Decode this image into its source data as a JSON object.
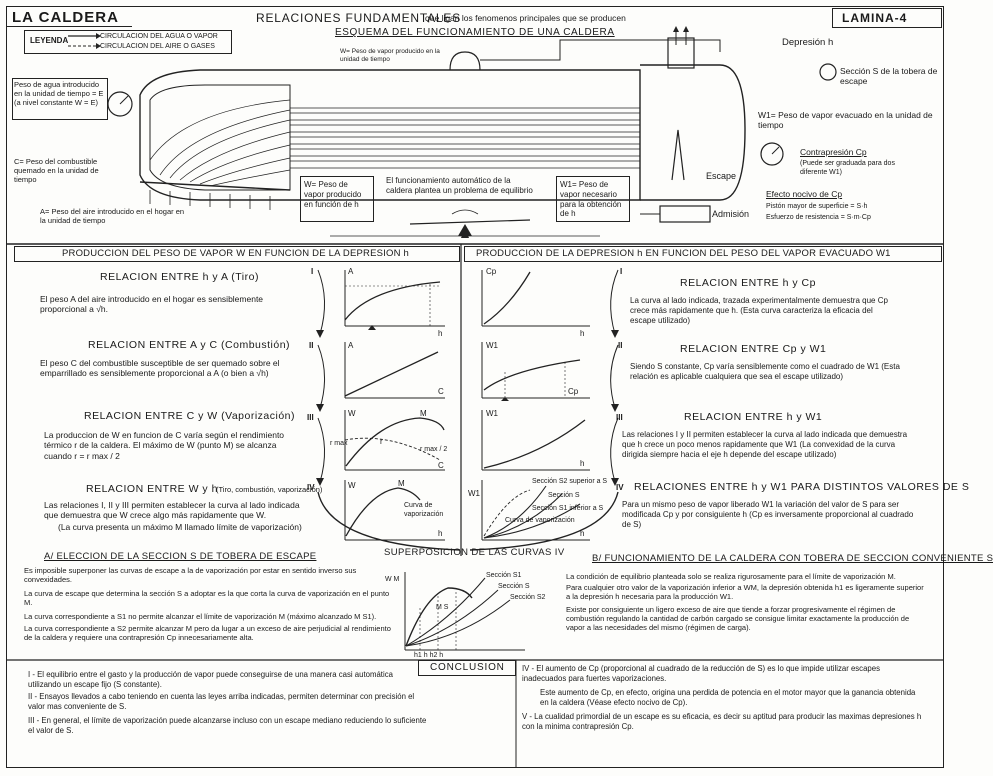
{
  "header": {
    "title": "LA CALDERA",
    "subtitle_main": "RELACIONES FUNDAMENTALES",
    "subtitle_rest": "que ligan los fenomenos principales que se producen",
    "scheme_title": "ESQUEMA DEL FUNCIONAMIENTO DE UNA CALDERA",
    "lamina": "LAMINA-4"
  },
  "legend": {
    "label": "LEYENDA",
    "item1": "CIRCULACION DEL AGUA O VAPOR",
    "item2": "CIRCULACION DEL AIRE O GASES"
  },
  "scheme": {
    "water_in": "Peso de agua introducido en la unidad de tiempo = E (a nivel constante W = E)",
    "fuel": "C= Peso del combustible quemado en la unidad de tiempo",
    "air": "A= Peso del aire introducido en el hogar en la unidad de tiempo",
    "steam_produced_top": "W= Peso de vapor producido en la unidad de tiempo",
    "w_box": "W= Peso de vapor producido en función de h",
    "auto": "El funcionamiento automático de la caldera plantea un problema de equilibrio",
    "w1_box": "W1= Peso de vapor necesario para la obtención de h",
    "depresion": "Depresión h",
    "seccion": "Sección S de la tobera de escape",
    "w1_evac": "W1= Peso de vapor evacuado en la unidad de tiempo",
    "contrapresion": "Contrapresión Cp",
    "contrapresion_note": "(Puede ser graduada para dos diferente W1)",
    "escape": "Escape",
    "efecto": "Efecto nocivo de Cp",
    "piston": "Pistón mayor de superficie = S·h",
    "esfuerzo": "Esfuerzo de resistencia = S·m·Cp",
    "admision": "Admisión"
  },
  "left": {
    "section_title": "PRODUCCION DEL PESO DE VAPOR W EN FUNCION DE LA DEPRESION h",
    "r1_title": "RELACION ENTRE h y A (Tiro)",
    "r1_text": "El peso A del aire introducido en el hogar es sensiblemente proporcional a √h.",
    "r2_title": "RELACION ENTRE A y C (Combustión)",
    "r2_text": "El peso C del combustible susceptible de ser quemado sobre el emparrillado es sensiblemente proporcional a A (o bien a √h)",
    "r3_title": "RELACION ENTRE C y W (Vaporización)",
    "r3_text": "La produccion de W en funcion de C varía según el rendimiento térmico r de la caldera. El máximo de W (punto M) se alcanza cuando r = r max / 2",
    "r4_title": "RELACION ENTRE W y h",
    "r4_sub": "(Tiro, combustión, vaporización)",
    "r4_text1": "Las relaciones I, II y III permiten establecer la curva al lado indicada que demuestra que W crece algo más rapidamente que W.",
    "r4_text2": "(La curva presenta un máximo M llamado límite de vaporización)"
  },
  "right": {
    "section_title": "PRODUCCION DE LA DEPRESION h EN FUNCION DEL PESO DEL VAPOR EVACUADO W1",
    "r1_title": "RELACION ENTRE h y Cp",
    "r1_text": "La curva al lado indicada, trazada experimentalmente demuestra que Cp crece más rapidamente que h. (Esta curva caracteriza la eficacia del escape utilizado)",
    "r2_title": "RELACION ENTRE Cp y W1",
    "r2_text": "Siendo S constante, Cp varía sensiblemente como el cuadrado de W1 (Esta relación es aplicable cualquiera que sea el escape utilizado)",
    "r3_title": "RELACION ENTRE h y W1",
    "r3_text": "Las relaciones I y II permiten establecer la curva al lado indicada que demuestra que h crece un poco menos rapidamente que W1 (La convexidad de la curva dirigida siempre hacia el eje h depende del escape utilizado)",
    "r4_title": "RELACIONES ENTRE h y W1 PARA DISTINTOS VALORES DE S",
    "r4_text": "Para un mismo peso de vapor liberado W1 la variación del valor de S para ser modificada Cp y por consiguiente h (Cp es inversamente proporcional al cuadrado de S)"
  },
  "graph_labels": {
    "A": "A",
    "C": "C",
    "h": "h",
    "W": "W",
    "W1": "W1",
    "Cp": "Cp",
    "M": "M",
    "r": "r",
    "rmax": "r max",
    "rmax_half": "r max / 2",
    "curva_vap": "Curva de vaporización",
    "seccion_s_mayor": "Sección S2 superior a S",
    "seccion_s": "Sección S",
    "seccion_s_inferior": "Sección S1 inferior a S",
    "curva_vapor": "Curva de vaporización",
    "h1": "h1",
    "h2": "h2"
  },
  "roman": {
    "i": "I",
    "ii": "II",
    "iii": "III",
    "iv": "IV"
  },
  "superposicion": {
    "title": "SUPERPOSICION DE LAS CURVAS IV",
    "seccion_s1": "Sección S1",
    "seccion_s": "Sección S",
    "seccion_s2": "Sección S2",
    "wm": "W M",
    "ms": "M S",
    "h_labels": "h1 h h2 h"
  },
  "eleccion": {
    "title": "A/ ELECCION DE LA SECCION S DE TOBERA DE ESCAPE",
    "p1": "Es imposible superponer las curvas de escape a la de vaporización por estar en sentido inverso sus convexidades.",
    "p2": "La curva de escape que determina la sección S a adoptar es la que corta la curva de vaporización en el punto M.",
    "p3": "La curva correspondiente a S1 no permite alcanzar el límite de vaporización M (máximo alcanzado M S1).",
    "p4": "La curva correspondiente a S2 permite alcanzar M pero da lugar a un exceso de aire perjudicial al rendimiento de la caldera y requiere una contrapresión Cp innecesariamente alta."
  },
  "funcionamiento": {
    "title": "B/ FUNCIONAMIENTO DE LA CALDERA CON TOBERA DE SECCION CONVENIENTE S",
    "p1": "La condición de equilibrio planteada solo se realiza rigurosamente para el límite de vaporización M.",
    "p2": "Para cualquier otro valor de la vaporización inferior a WM, la depresión obtenida h1 es ligeramente superior a la depresión h necesaria para la producción W1.",
    "p3": "Existe por consiguiente un ligero exceso de aire que tiende a forzar progresivamente el régimen de combustión regulando la cantidad de carbón cargado se consigue limitar exactamente la producción de vapor a las necesidades del mismo (régimen de carga)."
  },
  "conclusion": {
    "title": "CONCLUSION",
    "c1": "I - El equilibrio entre el gasto y la producción de vapor puede conseguirse de una manera casi automática utilizando un escape fijo (S constante).",
    "c2": "II - Ensayos llevados a cabo teniendo en cuenta las leyes arriba indicadas, permiten determinar con precisión el valor mas conveniente de S.",
    "c3": "III - En general, el límite de vaporización puede alcanzarse incluso con un escape mediano reduciendo lo suficiente el valor de S.",
    "c4": "IV - El aumento de Cp (proporcional al cuadrado de la reducción de S) es lo que impide utilizar escapes inadecuados para fuertes vaporizaciones.",
    "c4b": "Este aumento de Cp, en efecto, origina una perdida de potencia en el motor mayor que la ganancia obtenida en la caldera (Véase efecto nocivo de Cp).",
    "c5": "V - La cualidad primordial de un escape es su eficacia, es decir su aptitud para producir las maximas depresiones h con la minima contrapresión Cp."
  }
}
